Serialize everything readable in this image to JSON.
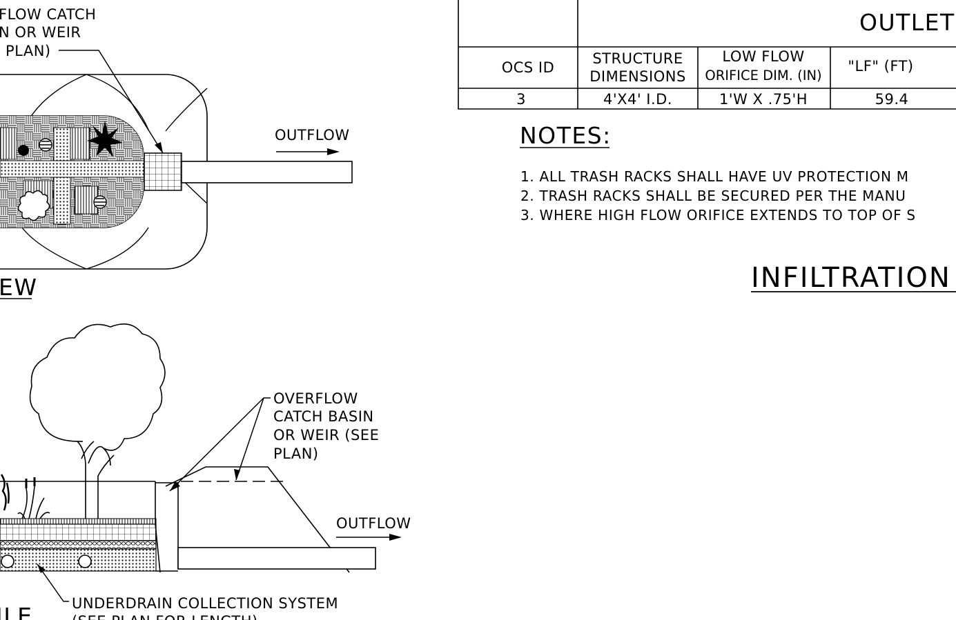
{
  "plan_view": {
    "overflow_label": [
      "FLOW CATCH",
      "N OR WEIR",
      "PLAN)"
    ],
    "outflow_label": "OUTFLOW",
    "view_title": "EW"
  },
  "profile_view": {
    "overflow_label": [
      "OVERFLOW",
      "CATCH BASIN",
      "OR WEIR (SEE",
      "PLAN)"
    ],
    "outflow_label": "OUTFLOW",
    "underdrain_label": [
      "UNDERDRAIN COLLECTION SYSTEM",
      "(SEE PLAN FOR LENGTH)"
    ],
    "view_title": "ILE"
  },
  "table": {
    "title": "OUTLET",
    "headers": [
      [
        "OCS ID"
      ],
      [
        "STRUCTURE",
        "DIMENSIONS"
      ],
      [
        "LOW FLOW",
        "ORIFICE DIM. (IN)"
      ],
      [
        "\"LF\" (FT)"
      ]
    ],
    "row": [
      "3",
      "4'X4' I.D.",
      "1'W X .75'H",
      "59.4"
    ]
  },
  "notes": {
    "heading": "NOTES:",
    "items": [
      "1. ALL TRASH RACKS SHALL HAVE UV PROTECTION M",
      "2. TRASH RACKS SHALL BE SECURED PER THE MANU",
      "3. WHERE HIGH FLOW ORIFICE EXTENDS TO TOP OF S"
    ]
  },
  "section_title": "INFILTRATION"
}
